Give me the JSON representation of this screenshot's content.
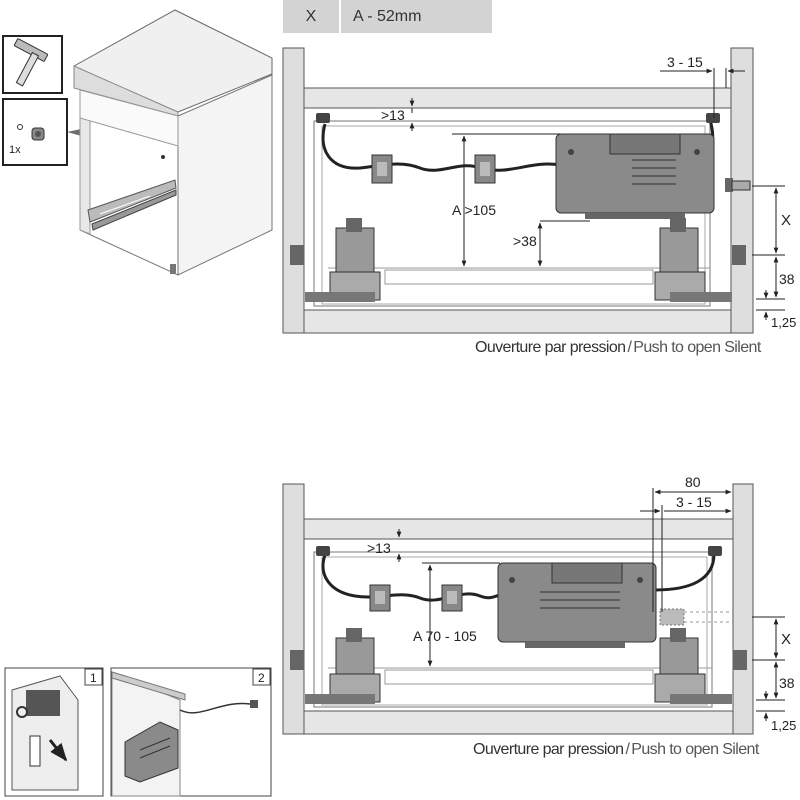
{
  "header": {
    "col_x": "X",
    "col_a": "A - 52mm"
  },
  "inset_top": {
    "qty": "1x"
  },
  "diagram_top": {
    "gap_side": "3 - 15",
    "gap_top": ">13",
    "height_a": "A >105",
    "height_min": ">38",
    "dim_x": "X",
    "dim_38": "38",
    "dim_125": "1,25"
  },
  "caption_top": {
    "fr": "Ouverture par pression",
    "sep": "/",
    "en": "Push to open Silent"
  },
  "diagram_bottom": {
    "dim_80": "80",
    "gap_side": "3 - 15",
    "gap_top": ">13",
    "height_a": "A 70 - 105",
    "dim_x": "X",
    "dim_38": "38",
    "dim_125": "1,25"
  },
  "caption_bottom": {
    "fr": "Ouverture par pression",
    "sep": "/",
    "en": "Push to open Silent"
  },
  "steps": {
    "step1": "1",
    "step2": "2"
  }
}
